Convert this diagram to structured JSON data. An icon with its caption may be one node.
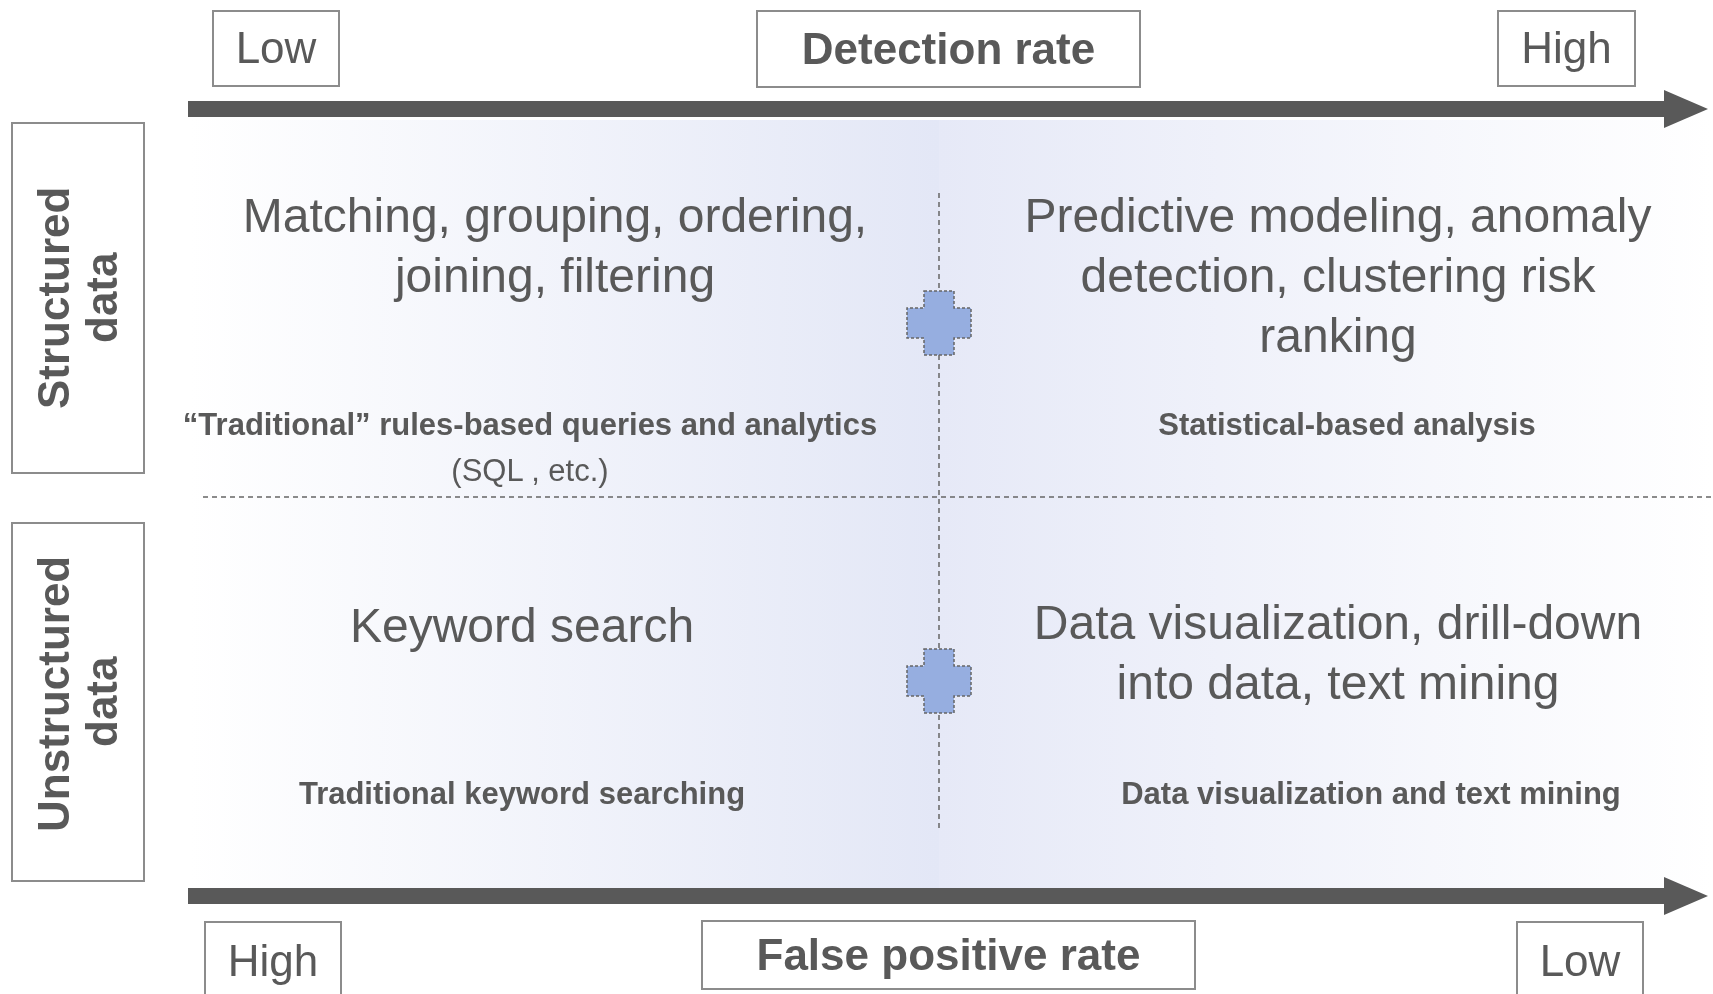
{
  "diagram": {
    "nodes": [
      {
        "text": [
          "Low"
        ]
      },
      {
        "text": [
          "Detection rate"
        ]
      },
      {
        "text": [
          "High"
        ]
      },
      {
        "text": [
          "Structured data"
        ]
      },
      {
        "text": [
          "Unstructured data"
        ]
      },
      {
        "text": [
          "High"
        ]
      },
      {
        "text": [
          "False positive rate"
        ]
      },
      {
        "text": [
          "Low"
        ]
      }
    ],
    "edges": [],
    "labels": [
      "Matching, grouping, ordering, joining, filtering",
      "Predictive modeling, anomaly detection, clustering risk ranking",
      "“Traditional” rules-based queries and analytics",
      "(SQL , etc.)",
      "Statistical-based analysis",
      "Keyword search",
      "Data visualization, drill-down into data, text mining",
      "Traditional keyword searching",
      "Data visualization and text mining"
    ]
  }
}
